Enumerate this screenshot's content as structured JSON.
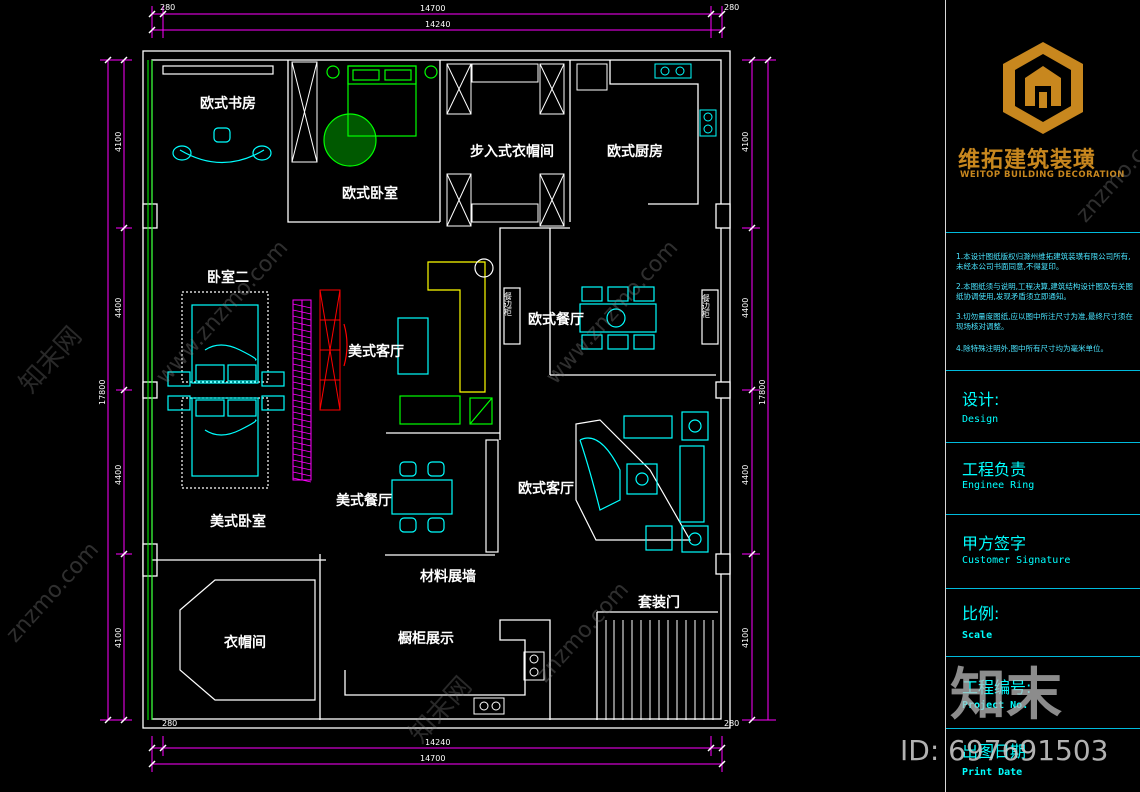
{
  "plan": {
    "dims": {
      "top_total": "14700",
      "top_inner": "14240",
      "top_left_small": "280",
      "top_right_small": "280",
      "bottom_total": "14700",
      "bottom_inner": "14240",
      "bottom_left_small": "280",
      "bottom_right_small": "280",
      "left_total": "17800",
      "left_1": "4100",
      "left_2": "4400",
      "left_3": "4400",
      "left_4": "4100",
      "right_total": "17800",
      "right_1": "4100",
      "right_2": "4400",
      "right_3": "4400",
      "right_4": "4100"
    },
    "rooms": {
      "study": "欧式书房",
      "bedroom_eu": "欧式卧室",
      "walkin": "步入式衣帽间",
      "kitchen": "欧式厨房",
      "bedroom2": "卧室二",
      "living_us": "美式客厅",
      "dining_eu": "欧式餐厅",
      "living_eu": "欧式客厅",
      "dining_us": "美式餐厅",
      "bedroom_us": "美式卧室",
      "material_wall": "材料展墙",
      "cloak": "衣帽间",
      "cabinet": "橱柜展示",
      "set_door": "套装门"
    },
    "sideboard_1": "餐边柜",
    "sideboard_2": "餐边柜"
  },
  "panel": {
    "company_cn": "维拓建筑装璜",
    "company_en": "WEITOP BUILDING DECORATION",
    "notes": [
      "1.本设计图纸版权归滁州维拓建筑装璜有限公司所有,未经本公司书面同意,不得复印。",
      "2.本图纸须与说明,工程决算,建筑结构设计图及有关图纸协调使用,发现矛盾须立即通知。",
      "3.切勿量度图纸,应以图中所注尺寸为准,最终尺寸须在现场核对调整。",
      "4.除特殊注明外,图中所有尺寸均为毫米单位。"
    ],
    "design_cn": "设计:",
    "design_en": "Design",
    "engineer_cn": "工程负责",
    "engineer_en": "Enginee Ring",
    "customer_cn": "甲方签字",
    "customer_en": "Customer Signature",
    "scale_cn": "比例:",
    "scale_en": "Scale",
    "project_cn": "工程编号:",
    "project_en": "Project No.",
    "print_cn": "出图日期",
    "print_en": "Print Date"
  },
  "watermark": {
    "brand": "知末",
    "id": "ID: 697691503",
    "site": "www.znzmo.com",
    "site_short": "znzmo.com",
    "brand_net": "知末网"
  },
  "colors": {
    "wall": "#ffffff",
    "dim": "#ff00ff",
    "furniture": "#00ffff",
    "green": "#00ff00",
    "red": "#ff0000",
    "magenta": "#ff00ff",
    "yellow": "#ffff00",
    "panel_text": "#00ffff",
    "logo_gold": "#c8871e"
  }
}
